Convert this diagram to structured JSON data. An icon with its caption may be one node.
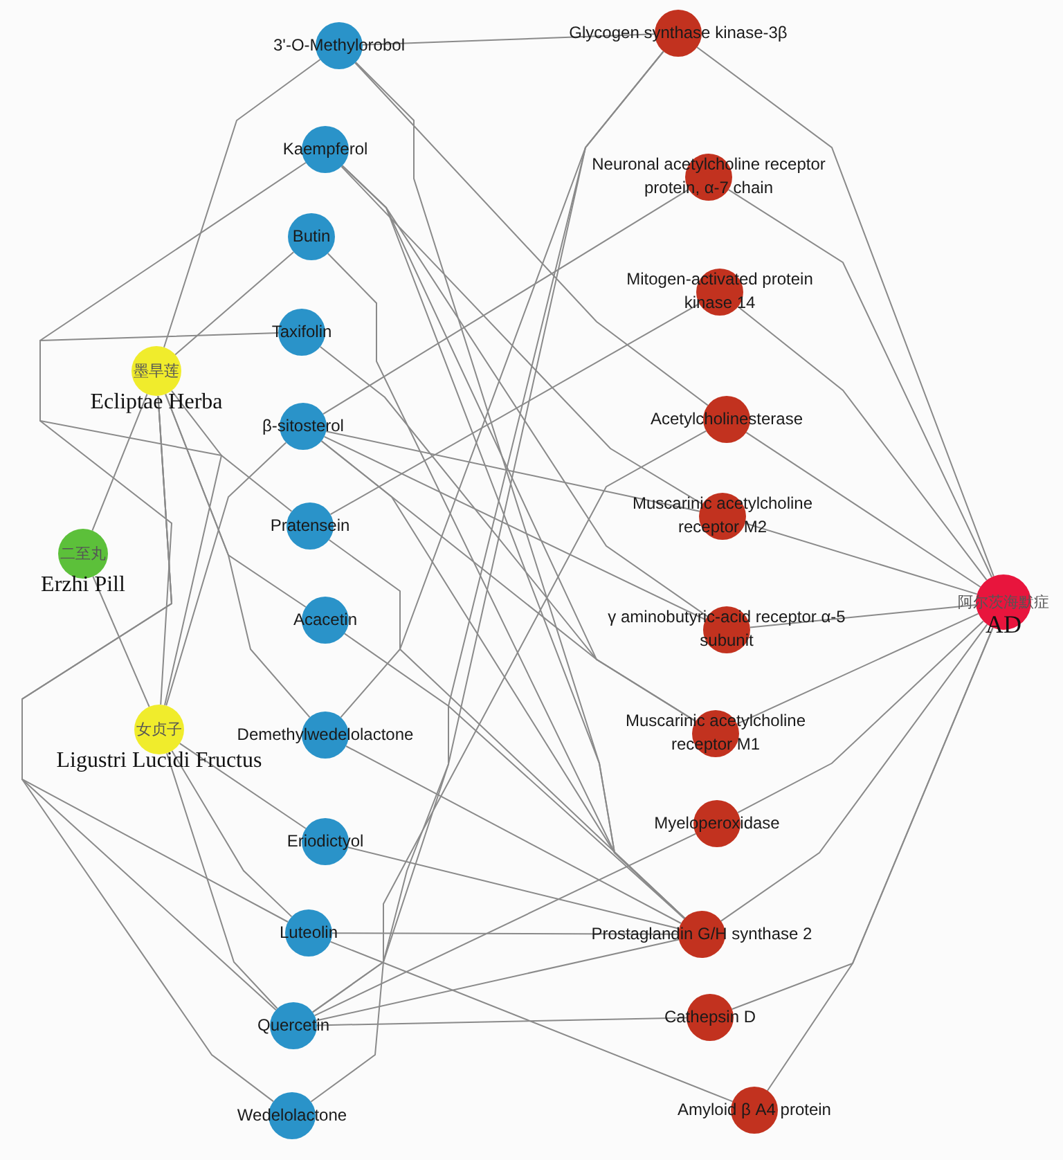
{
  "diagram": {
    "nodes": [
      {
        "text": [
          "墨旱莲",
          "Ecliptae Herba"
        ]
      },
      {
        "text": [
          "二至丸",
          "Erzhi Pill"
        ]
      },
      {
        "text": [
          "女贞子",
          "Ligustri Lucidi Fructus"
        ]
      },
      {
        "text": [
          "3'-O-Methylorobol"
        ]
      },
      {
        "text": [
          "Kaempferol"
        ]
      },
      {
        "text": [
          "Butin"
        ]
      },
      {
        "text": [
          "Taxifolin"
        ]
      },
      {
        "text": [
          "β-sitosterol"
        ]
      },
      {
        "text": [
          "Pratensein"
        ]
      },
      {
        "text": [
          "Acacetin"
        ]
      },
      {
        "text": [
          "Demethylwedelolactone"
        ]
      },
      {
        "text": [
          "Eriodictyol"
        ]
      },
      {
        "text": [
          "Luteolin"
        ]
      },
      {
        "text": [
          "Quercetin"
        ]
      },
      {
        "text": [
          "Wedelolactone"
        ]
      },
      {
        "text": [
          "Glycogen synthase kinase-3β"
        ]
      },
      {
        "text": [
          "Neuronal acetylcholine receptor protein, α-7 chain"
        ]
      },
      {
        "text": [
          "Mitogen-activated protein kinase 14"
        ]
      },
      {
        "text": [
          "Acetylcholinesterase"
        ]
      },
      {
        "text": [
          "Muscarinic acetylcholine receptor M2"
        ]
      },
      {
        "text": [
          "γ aminobutyric-acid receptor α-5 subunit"
        ]
      },
      {
        "text": [
          "Muscarinic acetylcholine receptor M1"
        ]
      },
      {
        "text": [
          "Myeloperoxidase"
        ]
      },
      {
        "text": [
          "Prostaglandin G/H synthase 2"
        ]
      },
      {
        "text": [
          "Cathepsin D"
        ]
      },
      {
        "text": [
          "Amyloid β A4 protein"
        ]
      },
      {
        "text": [
          "阿尔茨海默症",
          "AD"
        ]
      }
    ],
    "edges": [
      {
        "from": 1,
        "to": 0,
        "arrow": "none"
      },
      {
        "from": 1,
        "to": 2,
        "arrow": "none"
      },
      {
        "from": 0,
        "to": 3,
        "arrow": "none"
      },
      {
        "from": 0,
        "to": 5,
        "arrow": "none"
      },
      {
        "from": 0,
        "to": 8,
        "arrow": "none"
      },
      {
        "from": 0,
        "to": 9,
        "arrow": "none"
      },
      {
        "from": 0,
        "to": 10,
        "arrow": "none"
      },
      {
        "from": 0,
        "to": 12,
        "arrow": "none"
      },
      {
        "from": 0,
        "to": 13,
        "arrow": "none"
      },
      {
        "from": 0,
        "to": 14,
        "arrow": "none"
      },
      {
        "from": 2,
        "to": 4,
        "arrow": "none"
      },
      {
        "from": 2,
        "to": 6,
        "arrow": "none"
      },
      {
        "from": 2,
        "to": 7,
        "arrow": "none"
      },
      {
        "from": 2,
        "to": 11,
        "arrow": "none"
      },
      {
        "from": 2,
        "to": 12,
        "arrow": "none"
      },
      {
        "from": 2,
        "to": 13,
        "arrow": "none"
      },
      {
        "from": 3,
        "to": 15,
        "arrow": "none"
      },
      {
        "from": 3,
        "to": 18,
        "arrow": "none"
      },
      {
        "from": 3,
        "to": 23,
        "arrow": "none"
      },
      {
        "from": 4,
        "to": 19,
        "arrow": "none"
      },
      {
        "from": 4,
        "to": 20,
        "arrow": "none"
      },
      {
        "from": 4,
        "to": 21,
        "arrow": "none"
      },
      {
        "from": 4,
        "to": 23,
        "arrow": "none"
      },
      {
        "from": 5,
        "to": 23,
        "arrow": "none"
      },
      {
        "from": 6,
        "to": 21,
        "arrow": "none"
      },
      {
        "from": 7,
        "to": 16,
        "arrow": "none"
      },
      {
        "from": 7,
        "to": 19,
        "arrow": "none"
      },
      {
        "from": 7,
        "to": 20,
        "arrow": "none"
      },
      {
        "from": 7,
        "to": 21,
        "arrow": "none"
      },
      {
        "from": 7,
        "to": 23,
        "arrow": "none"
      },
      {
        "from": 8,
        "to": 17,
        "arrow": "none"
      },
      {
        "from": 8,
        "to": 23,
        "arrow": "none"
      },
      {
        "from": 9,
        "to": 23,
        "arrow": "none"
      },
      {
        "from": 10,
        "to": 15,
        "arrow": "none"
      },
      {
        "from": 10,
        "to": 23,
        "arrow": "none"
      },
      {
        "from": 11,
        "to": 23,
        "arrow": "none"
      },
      {
        "from": 12,
        "to": 23,
        "arrow": "none"
      },
      {
        "from": 12,
        "to": 25,
        "arrow": "none"
      },
      {
        "from": 13,
        "to": 15,
        "arrow": "none"
      },
      {
        "from": 13,
        "to": 18,
        "arrow": "none"
      },
      {
        "from": 13,
        "to": 22,
        "arrow": "none"
      },
      {
        "from": 13,
        "to": 23,
        "arrow": "none"
      },
      {
        "from": 13,
        "to": 24,
        "arrow": "none"
      },
      {
        "from": 14,
        "to": 15,
        "arrow": "none"
      },
      {
        "from": 15,
        "to": 26,
        "arrow": "none"
      },
      {
        "from": 16,
        "to": 26,
        "arrow": "none"
      },
      {
        "from": 17,
        "to": 26,
        "arrow": "none"
      },
      {
        "from": 18,
        "to": 26,
        "arrow": "none"
      },
      {
        "from": 19,
        "to": 26,
        "arrow": "none"
      },
      {
        "from": 20,
        "to": 26,
        "arrow": "none"
      },
      {
        "from": 21,
        "to": 26,
        "arrow": "none"
      },
      {
        "from": 22,
        "to": 26,
        "arrow": "none"
      },
      {
        "from": 23,
        "to": 26,
        "arrow": "none"
      },
      {
        "from": 24,
        "to": 26,
        "arrow": "none"
      },
      {
        "from": 25,
        "to": 26,
        "arrow": "none"
      }
    ]
  }
}
